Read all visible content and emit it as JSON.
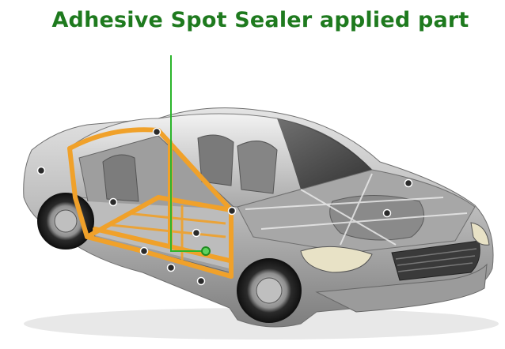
{
  "title": "Adhesive Spot Sealer applied part",
  "colors": {
    "title": "#1e7a1e",
    "leader_line": "#2bb52b",
    "sealer_path": "#f0a12a",
    "marker": "#2a2a2a",
    "body_silver": "#b9b9b9"
  },
  "diagram": {
    "subject": "car-body-cutaway",
    "highlighted_feature": "sealer-path"
  }
}
